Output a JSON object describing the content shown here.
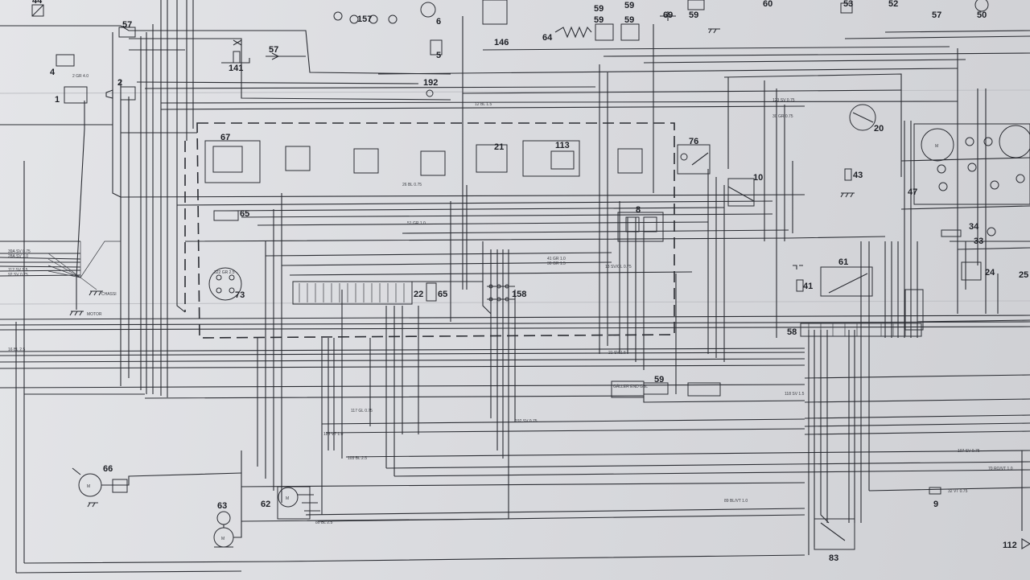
{
  "component_numbers": {
    "n44": "44",
    "n57a": "57",
    "n4": "4",
    "n2": "2",
    "n1": "1",
    "n157": "157",
    "n6": "6",
    "n146": "146",
    "n5": "5",
    "n192": "192",
    "n141": "141",
    "n57b": "57",
    "n64": "64",
    "n59a": "59",
    "n59b": "59",
    "n59c": "59",
    "n59d": "59",
    "n69": "69",
    "n59e": "59",
    "n60": "60",
    "n53": "53",
    "n52": "52",
    "n57c": "57",
    "n50": "50",
    "n67": "67",
    "n65a": "65",
    "n73": "73",
    "n21": "21",
    "n113": "113",
    "n76": "76",
    "n10": "10",
    "n20": "20",
    "n43": "43",
    "n8": "8",
    "n22": "22",
    "n65b": "65",
    "n158": "158",
    "n47": "47",
    "n34": "34",
    "n33": "33",
    "n24": "24",
    "n25": "25",
    "n61": "61",
    "n41": "41",
    "n58": "58",
    "n59f": "59",
    "n66": "66",
    "n63": "63",
    "n62": "62",
    "n9": "9",
    "n83": "83",
    "n112": "112"
  },
  "small_labels": {
    "chassi": "CHASSI",
    "motor": "MOTOR",
    "galler": "GÄLLER END GBL",
    "m1": "M",
    "m2": "M",
    "m3": "M",
    "m4": "M"
  },
  "wire_labels": {
    "a": "39A SV 0.75",
    "b": "322 GR 2.5",
    "c": "2 GR 4.0",
    "d": "26 BL 0.75",
    "e": "123 SV 0.75",
    "f": "30 GR 0.75",
    "g": "28A SV 1.0",
    "h": "12 BL 1.5",
    "i": "16 BL 2.5",
    "j": "41 GR 1.0",
    "k": "30 GR 1.5",
    "l": "13 SV/GL 0.75",
    "m": "51 GR 1.0",
    "n": "21 SV 1.5",
    "o": "112 SV 1.5",
    "p": "92 SV 0.75",
    "q": "107 SV 0.75",
    "r": "70 RO/VT 1.0",
    "s": "32 VT 0.75",
    "t": "125 VT 1.0",
    "u": "103 BL 2.5",
    "v": "89 BL/VT 1.0",
    "w": "192 SV 0.75",
    "x": "118 SV 1.5",
    "y": "117 GL 0.75",
    "z": "80 BL 2.5"
  }
}
